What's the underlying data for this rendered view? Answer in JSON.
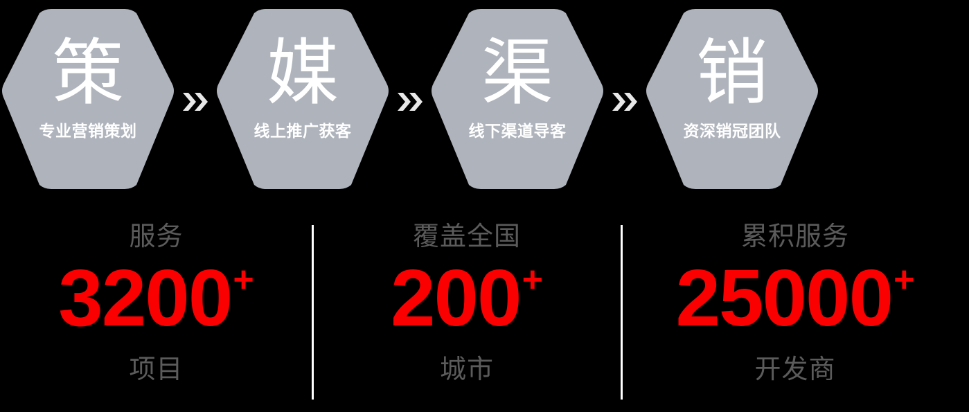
{
  "theme": {
    "background": "#000000",
    "hex_fill": "#aeb3bc",
    "hex_text": "#ffffff",
    "accent_red": "#fa0000",
    "label_gray": "#5b5b5b",
    "divider": "#ffffff"
  },
  "process": {
    "steps": [
      {
        "char": "策",
        "label": "专业营销策划"
      },
      {
        "char": "媒",
        "label": "线上推广获客"
      },
      {
        "char": "渠",
        "label": "线下渠道导客"
      },
      {
        "char": "销",
        "label": "资深销冠团队"
      }
    ],
    "separator_icon": "double-chevron-right-icon",
    "separator_glyph": "»"
  },
  "stats": {
    "items": [
      {
        "top_label": "服务",
        "value": "3200",
        "suffix": "+",
        "bottom_label": "项目"
      },
      {
        "top_label": "覆盖全国",
        "value": "200",
        "suffix": "+",
        "bottom_label": "城市"
      },
      {
        "top_label": "累积服务",
        "value": "25000",
        "suffix": "+",
        "bottom_label": "开发商"
      }
    ]
  }
}
